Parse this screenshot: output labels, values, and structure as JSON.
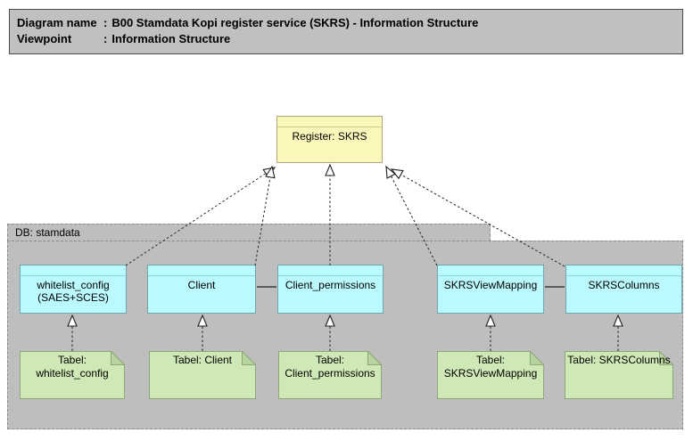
{
  "titlebar": {
    "sep": ":",
    "rows": [
      {
        "label": "Diagram name",
        "value": "B00 Stamdata Kopi register service (SKRS) - Information Structure"
      },
      {
        "label": "Viewpoint",
        "value": "Information Structure"
      }
    ]
  },
  "register": {
    "lines": [
      "Register: SKRS"
    ]
  },
  "group": {
    "label": "DB: stamdata"
  },
  "entities": [
    {
      "lines": [
        "whitelist_config",
        "(SAES+SCES)"
      ]
    },
    {
      "lines": [
        "Client"
      ]
    },
    {
      "lines": [
        "Client_permissions"
      ]
    },
    {
      "lines": [
        "SKRSViewMapping"
      ]
    },
    {
      "lines": [
        "SKRSColumns"
      ]
    }
  ],
  "notes": [
    {
      "lines": [
        "Tabel:",
        "whitelist_config"
      ]
    },
    {
      "lines": [
        "Tabel: Client"
      ]
    },
    {
      "lines": [
        "Tabel:",
        "Client_permissions"
      ]
    },
    {
      "lines": [
        "Tabel:",
        "SKRSViewMapping"
      ]
    },
    {
      "lines": [
        "Tabel: SKRSColumns"
      ]
    }
  ],
  "colors": {
    "titlebar_fill": "#c0c0c0",
    "group_fill": "#bebebe",
    "register_fill": "#fbf7bb",
    "entity_fill": "#baf9fd",
    "note_fill": "#cfe9b6",
    "line": "#1f1f1f"
  }
}
